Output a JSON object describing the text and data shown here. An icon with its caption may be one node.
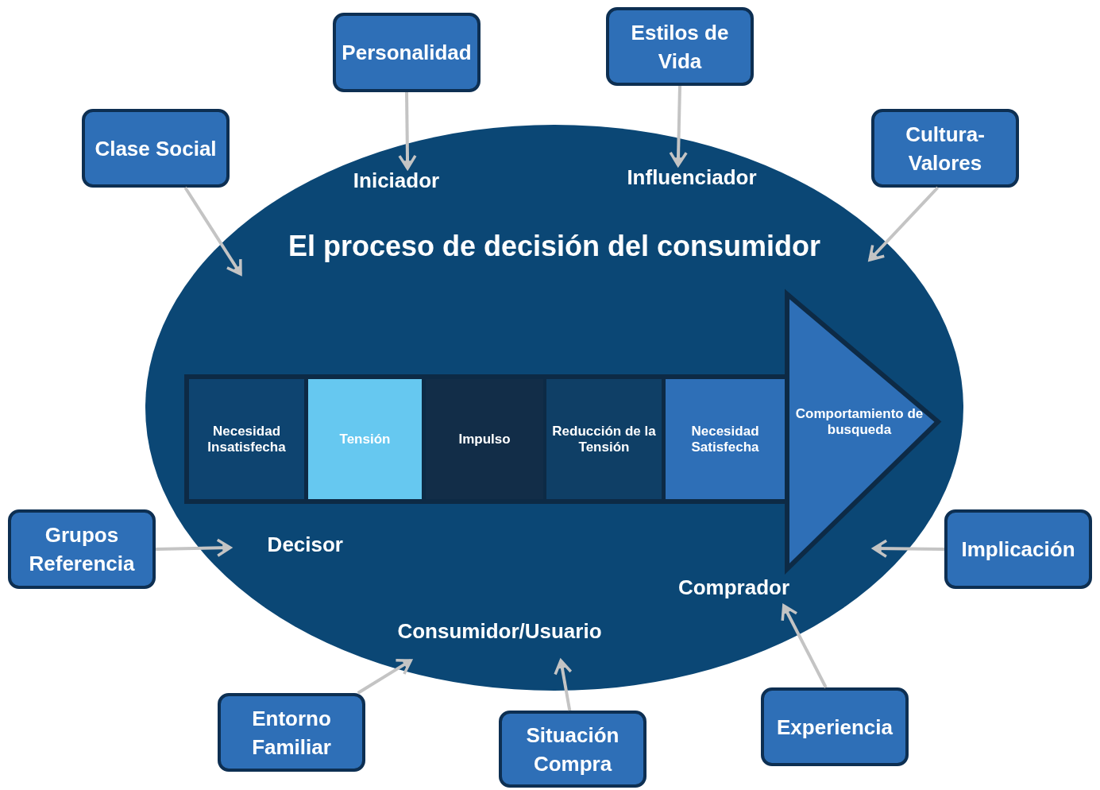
{
  "diagram": {
    "nodes": [
      {
        "text": [
          "El proceso de decisión del consumidor"
        ]
      },
      {
        "text": [
          "Iniciador"
        ],
        "in": 0
      },
      {
        "text": [
          "Influenciador"
        ],
        "in": 0
      },
      {
        "text": [
          "Decisor"
        ],
        "in": 0
      },
      {
        "text": [
          "Comprador"
        ],
        "in": 0
      },
      {
        "text": [
          "Consumidor/Usuario"
        ],
        "in": 0
      },
      {
        "text": [
          "Necesidad Insatisfecha"
        ],
        "in": 0
      },
      {
        "text": [
          "Tensión"
        ],
        "in": 0
      },
      {
        "text": [
          "Impulso"
        ],
        "in": 0
      },
      {
        "text": [
          "Reducción de la Tensión"
        ],
        "in": 0
      },
      {
        "text": [
          "Necesidad Satisfecha"
        ],
        "in": 0
      },
      {
        "text": [
          "Comportamiento de busqueda"
        ],
        "in": 0
      },
      {
        "text": [
          "Personalidad"
        ]
      },
      {
        "text": [
          "Estilos de Vida"
        ]
      },
      {
        "text": [
          "Clase Social"
        ]
      },
      {
        "text": [
          "Cultura-Valores"
        ]
      },
      {
        "text": [
          "Grupos Referencia"
        ]
      },
      {
        "text": [
          "Implicación"
        ]
      },
      {
        "text": [
          "Entorno Familiar"
        ]
      },
      {
        "text": [
          "Situación Compra"
        ]
      },
      {
        "text": [
          "Experiencia"
        ]
      }
    ],
    "edges": [
      {
        "from": 12,
        "to": 1,
        "arrow": "to"
      },
      {
        "from": 13,
        "to": 2,
        "arrow": "to"
      },
      {
        "from": 14,
        "to": null,
        "arrow": "to"
      },
      {
        "from": 15,
        "to": null,
        "arrow": "to"
      },
      {
        "from": 16,
        "to": 3,
        "arrow": "to"
      },
      {
        "from": 17,
        "to": null,
        "arrow": "to"
      },
      {
        "from": 18,
        "to": 5,
        "arrow": "to"
      },
      {
        "from": 19,
        "to": 5,
        "arrow": "to"
      },
      {
        "from": 20,
        "to": 4,
        "arrow": "to"
      }
    ]
  }
}
